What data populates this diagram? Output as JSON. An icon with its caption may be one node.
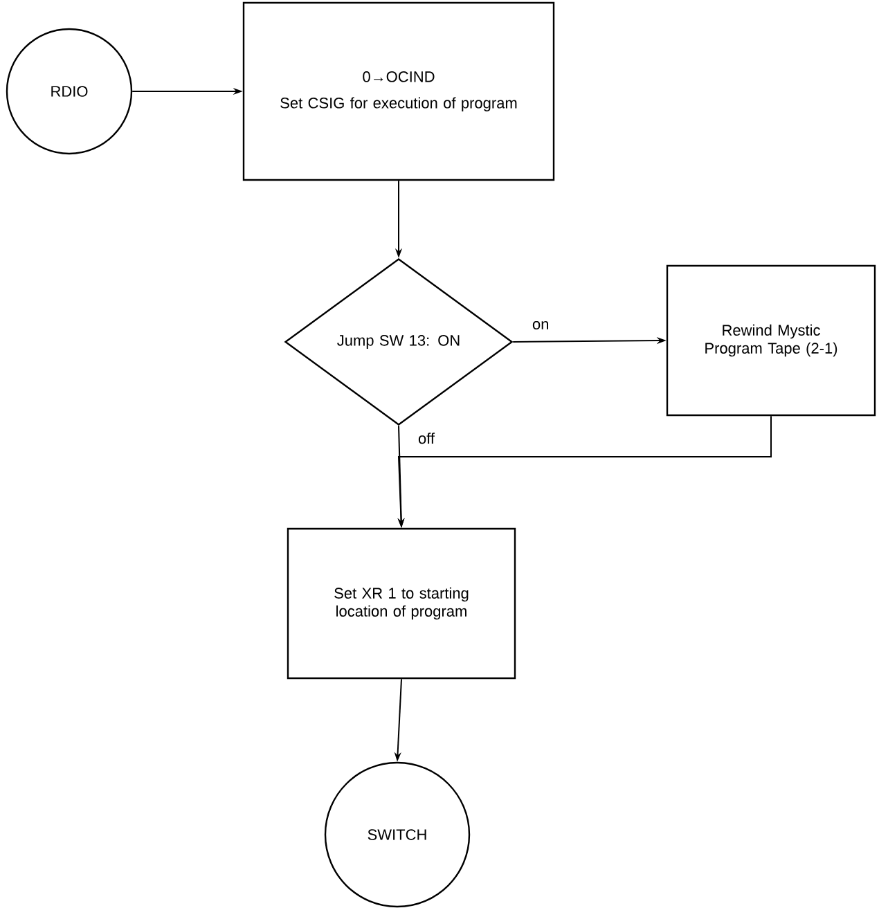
{
  "diagram": {
    "nodes": [
      {
        "text": [
          "RDIO"
        ]
      },
      {
        "text": [
          "0→OCIND",
          "Set CSIG for execution of program"
        ]
      },
      {
        "text": [
          "Jump SW 13: ON"
        ]
      },
      {
        "text": [
          "Rewind Mystic Program Tape (2-1)"
        ]
      },
      {
        "text": [
          "Set XR 1 to starting location of program"
        ]
      },
      {
        "text": [
          "SWITCH"
        ]
      }
    ],
    "edges": [
      {
        "from": 0,
        "to": 1,
        "arrow": "to"
      },
      {
        "from": 1,
        "to": 2,
        "arrow": "to"
      },
      {
        "from": 2,
        "to": 3,
        "arrow": "to",
        "label": "on"
      },
      {
        "from": 2,
        "to": 4,
        "arrow": "to",
        "label": "off"
      },
      {
        "from": 3,
        "to": 4,
        "arrow": "to"
      },
      {
        "from": 4,
        "to": 5,
        "arrow": "to"
      }
    ]
  }
}
